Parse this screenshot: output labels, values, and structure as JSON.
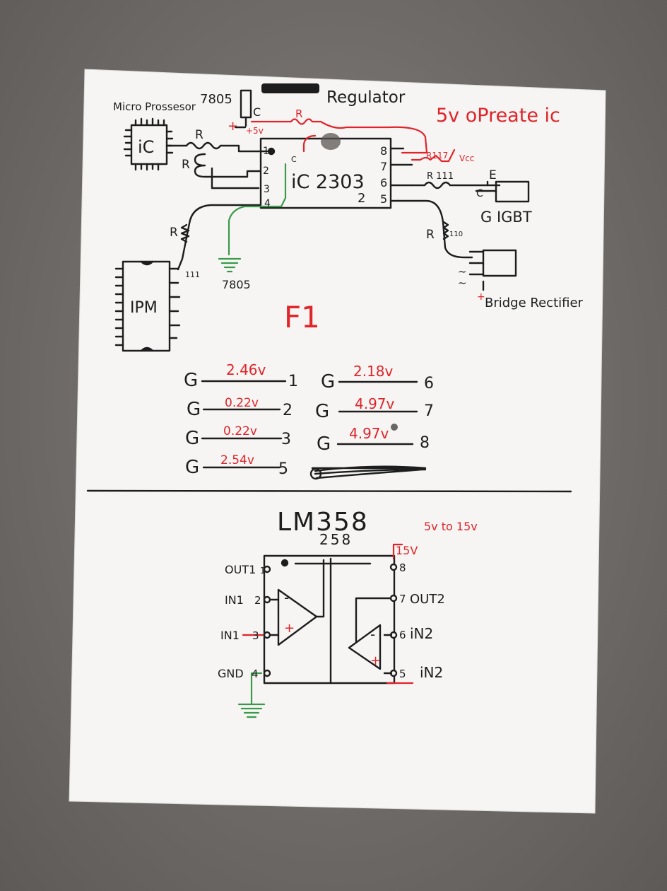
{
  "colors": {
    "ink": "#1d1d1d",
    "red": "#e0242a",
    "green": "#3a9a4a",
    "paper": "#f6f5f3",
    "background": "#76716f"
  },
  "top_diagram": {
    "microprocessor_label": "Micro Prossesor",
    "microprocessor_chip": "iC",
    "regulator_part": "7805",
    "regulator_word": "Regulator",
    "regulator_c": "C",
    "plus_5v": "+5v",
    "plus_sign": "+",
    "red_note": "5v oPreate ic",
    "resistor_r": "R",
    "main_ic": "iC 2303",
    "main_ic_sub": "2",
    "pins_left": [
      "1",
      "2",
      "3",
      "4"
    ],
    "pins_right": [
      "8",
      "7",
      "6",
      "5"
    ],
    "pin1_cap": "C",
    "r117": "R117",
    "vcc": "Vcc",
    "r111": "R 111",
    "r110": "R",
    "r110_value": "110",
    "igbt_e": "E",
    "igbt_c": "C",
    "igbt_label": "G IGBT",
    "ground_label": "7805",
    "ipm_label": "IPM",
    "ipm_mark": "111",
    "bridge_label": "Bridge Rectifier",
    "bridge_plus": "+",
    "bridge_tilde": "~"
  },
  "f1": {
    "title": "F1",
    "ground_letter": "G",
    "readings_left": [
      {
        "pin": "1",
        "value": "2.46v"
      },
      {
        "pin": "2",
        "value": "0.22v"
      },
      {
        "pin": "3",
        "value": "0.22v"
      },
      {
        "pin": "5",
        "value": "2.54v"
      }
    ],
    "readings_right": [
      {
        "pin": "6",
        "value": "2.18v"
      },
      {
        "pin": "7",
        "value": "4.97v"
      },
      {
        "pin": "8",
        "value": "4.97v"
      }
    ]
  },
  "lm358": {
    "title": "LM358",
    "subtitle": "258",
    "supply_note": "5v to 15v",
    "v15": "15V",
    "pins_left": [
      {
        "name": "OUT1",
        "num": "1"
      },
      {
        "name": "IN1",
        "num": "2"
      },
      {
        "name": "IN1",
        "num": "3"
      },
      {
        "name": "GND",
        "num": "4"
      }
    ],
    "pins_right": [
      {
        "num": "8",
        "name": ""
      },
      {
        "num": "7",
        "name": "OUT2"
      },
      {
        "num": "6",
        "name": "iN2"
      },
      {
        "num": "5",
        "name": "iN2"
      }
    ],
    "minus": "-",
    "plus": "+"
  }
}
